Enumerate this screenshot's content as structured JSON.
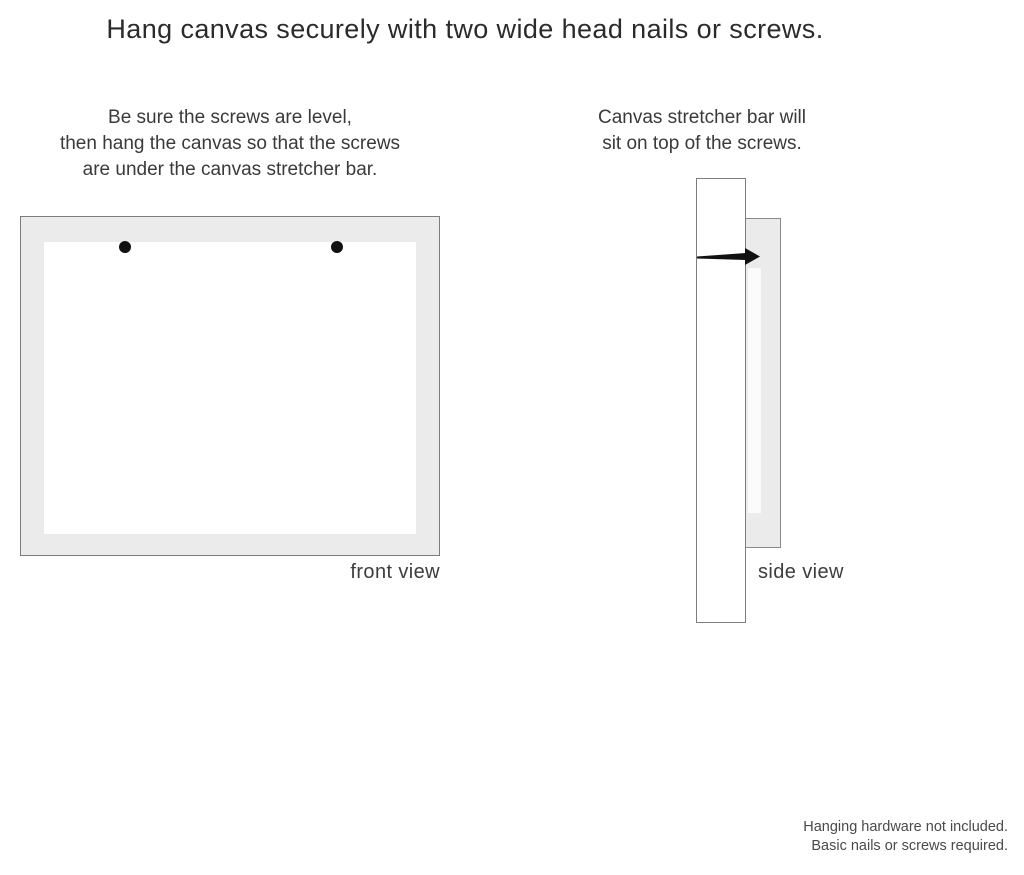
{
  "title": "Hang canvas securely with two wide head nails or screws.",
  "instructions": {
    "left": {
      "line1": "Be sure the screws are level,",
      "line2": "then hang the canvas so that the screws",
      "line3": "are under the canvas stretcher bar."
    },
    "right": {
      "line1": "Canvas stretcher bar will",
      "line2": "sit on top of the screws."
    }
  },
  "front_view": {
    "label": "front view"
  },
  "side_view": {
    "label": "side view"
  },
  "footer": {
    "line1": "Hanging hardware not included.",
    "line2": "Basic nails or screws required."
  },
  "colors": {
    "canvas_fill": "#ebebeb",
    "border": "#7d7d7d",
    "nail": "#111111",
    "text": "#3a3a3a"
  }
}
